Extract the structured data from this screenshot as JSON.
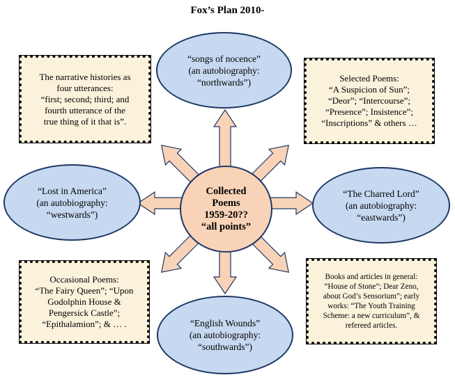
{
  "title": "Fox’s Plan 2010-",
  "center": [
    "Collected",
    "Poems",
    "1959-20??",
    "“all points”"
  ],
  "north": [
    "“songs of nocence”",
    "(an autobiography:",
    "“northwards”)"
  ],
  "west": [
    "“Lost in America”",
    "(an autobiography:",
    "“westwards”)"
  ],
  "east": [
    "“The Charred Lord”",
    "(an autobiography:",
    "“eastwards”)"
  ],
  "south": [
    "“English Wounds”",
    "(an autobiography:",
    "“southwards”)"
  ],
  "top_left_box": [
    "The narrative histories as",
    "four utterances:",
    "“first; second; third; and",
    "fourth utterance of the",
    "true thing of it that is”."
  ],
  "top_right_box": [
    "Selected Poems:",
    "“A Suspicion of Sun”;",
    "“Deor”; “Intercourse”;",
    "“Presence”; Insistence”;",
    "“Inscriptions” & others …"
  ],
  "bottom_left_box": [
    "Occasional Poems:",
    "“The Fairy Queen”; “Upon",
    "Godolphin House &",
    "Pengersick Castle”;",
    "“Epithalamion”; & … ."
  ],
  "bottom_right_box": [
    "Books and articles in general:",
    "“House of Stone”; Dear Zeno,",
    "about God’s Sensorium”; early",
    "works: “The Youth Training",
    "Scheme: a new curriculum”, &",
    "refereed articles."
  ],
  "colors": {
    "ellipse_fill": "#c6d9f1",
    "center_fill": "#f9d3b8",
    "arrow_fill": "#f9d3b8",
    "box_fill": "#fbf2dc",
    "outline": "#1f3864"
  }
}
